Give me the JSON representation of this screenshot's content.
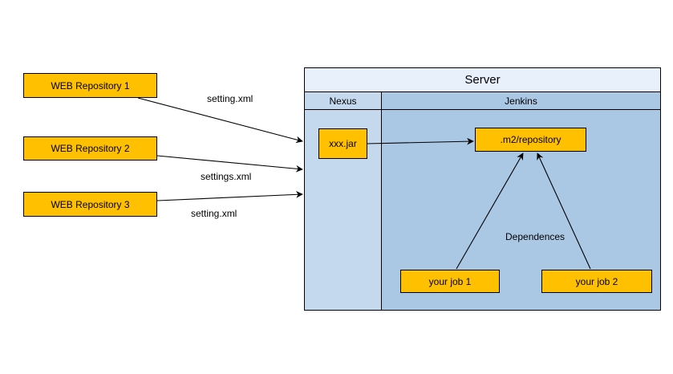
{
  "repositories": [
    {
      "label": "WEB Repository 1"
    },
    {
      "label": "WEB Repository 2"
    },
    {
      "label": "WEB Repository 3"
    }
  ],
  "edge_labels": {
    "repo1": "setting.xml",
    "repo2": "settings.xml",
    "repo3": "setting.xml",
    "dependences": "Dependences"
  },
  "server": {
    "title": "Server",
    "nexus_header": "Nexus",
    "jenkins_header": "Jenkins",
    "artifact": "xxx.jar",
    "local_repo": ".m2/repository",
    "jobs": [
      "your job 1",
      "your job 2"
    ]
  },
  "colors": {
    "node_fill": "#ffc000",
    "server_title_fill": "#e8f1fb",
    "nexus_fill": "#c5d9ee",
    "jenkins_fill": "#aac8e4"
  }
}
